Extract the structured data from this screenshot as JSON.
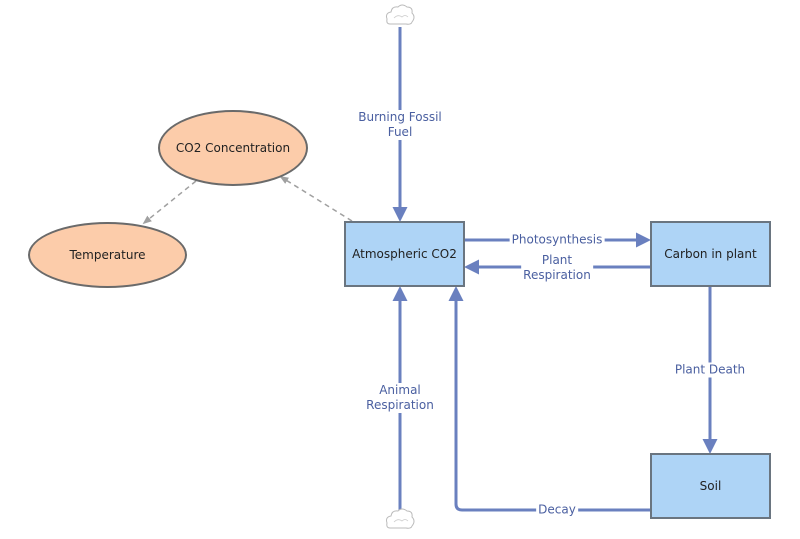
{
  "nodes": {
    "atmospheric_co2": "Atmospheric CO2",
    "carbon_in_plant": "Carbon in plant",
    "soil": "Soil",
    "co2_concentration": "CO2 Concentration",
    "temperature": "Temperature"
  },
  "flows": {
    "burning_fossil_fuel": "Burning Fossil\nFuel",
    "photosynthesis": "Photosynthesis",
    "plant_respiration": "Plant\nRespiration",
    "plant_death": "Plant Death",
    "animal_respiration": "Animal\nRespiration",
    "decay": "Decay"
  },
  "icons": {
    "source": "cloud-icon",
    "sink": "cloud-icon"
  },
  "colors": {
    "flow": "#6a80bf",
    "stock_fill": "#aed4f6",
    "variable_fill": "#fcccaa",
    "link": "#a0a0a0",
    "label": "#4a5fa0"
  }
}
